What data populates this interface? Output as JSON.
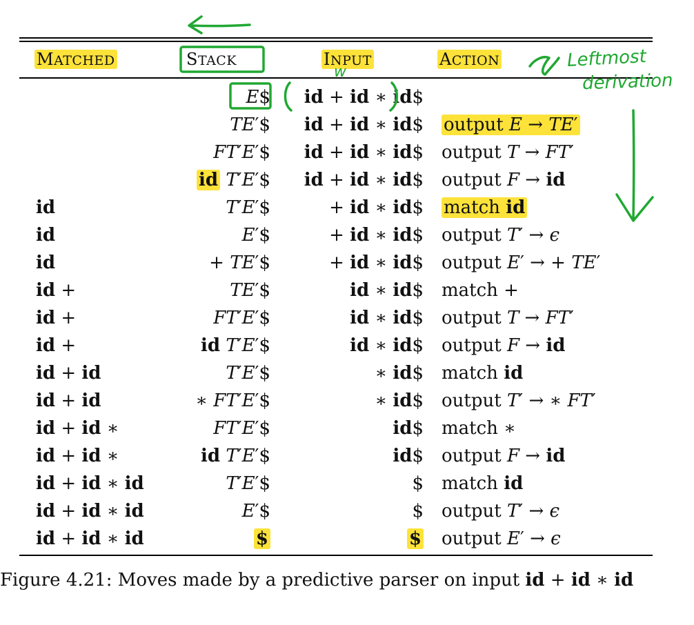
{
  "headers": {
    "matched": "Matched",
    "stack": "Stack",
    "input": "Input",
    "action": "Action"
  },
  "rows": [
    {
      "matched": "",
      "stack": "E$",
      "input": "id + id ∗ id$",
      "action": ""
    },
    {
      "matched": "",
      "stack": "TE′$",
      "input": "id + id ∗ id$",
      "action": "output E → TE′"
    },
    {
      "matched": "",
      "stack": "FT′E′$",
      "input": "id + id ∗ id$",
      "action": "output T → FT′"
    },
    {
      "matched": "",
      "stack": "id T′E′$",
      "input": "id + id ∗ id$",
      "action": "output F → id"
    },
    {
      "matched": "id",
      "stack": "T′E′$",
      "input": "+ id ∗ id$",
      "action": "match id"
    },
    {
      "matched": "id",
      "stack": "E′$",
      "input": "+ id ∗ id$",
      "action": "output T′ → ϵ"
    },
    {
      "matched": "id",
      "stack": "+ TE′$",
      "input": "+ id ∗ id$",
      "action": "output E′ → + TE′"
    },
    {
      "matched": "id +",
      "stack": "TE′$",
      "input": "id ∗ id$",
      "action": "match +"
    },
    {
      "matched": "id +",
      "stack": "FT′E′$",
      "input": "id ∗ id$",
      "action": "output T → FT′"
    },
    {
      "matched": "id +",
      "stack": "id T′E′$",
      "input": "id ∗ id$",
      "action": "output F → id"
    },
    {
      "matched": "id + id",
      "stack": "T′E′$",
      "input": "∗ id$",
      "action": "match id"
    },
    {
      "matched": "id + id",
      "stack": "∗ FT′E′$",
      "input": "∗ id$",
      "action": "output T′ → ∗ FT′"
    },
    {
      "matched": "id + id ∗",
      "stack": "FT′E′$",
      "input": "id$",
      "action": "match ∗"
    },
    {
      "matched": "id + id ∗",
      "stack": "id T′E′$",
      "input": "id$",
      "action": "output F → id"
    },
    {
      "matched": "id + id ∗ id",
      "stack": "T′E′$",
      "input": "$",
      "action": "match id"
    },
    {
      "matched": "id + id ∗ id",
      "stack": "E′$",
      "input": "$",
      "action": "output T′ → ϵ"
    },
    {
      "matched": "id + id ∗ id",
      "stack": "$",
      "input": "$",
      "action": "output E′ → ϵ"
    }
  ],
  "caption": "Figure 4.21: Moves made by a predictive parser on input id + id ∗ id",
  "annotations": {
    "leftmost_note": "Leftmost",
    "derivation_note": "derivation",
    "w_note": "w"
  },
  "colors": {
    "highlight": "#fde23a",
    "ink": "#20a832"
  }
}
